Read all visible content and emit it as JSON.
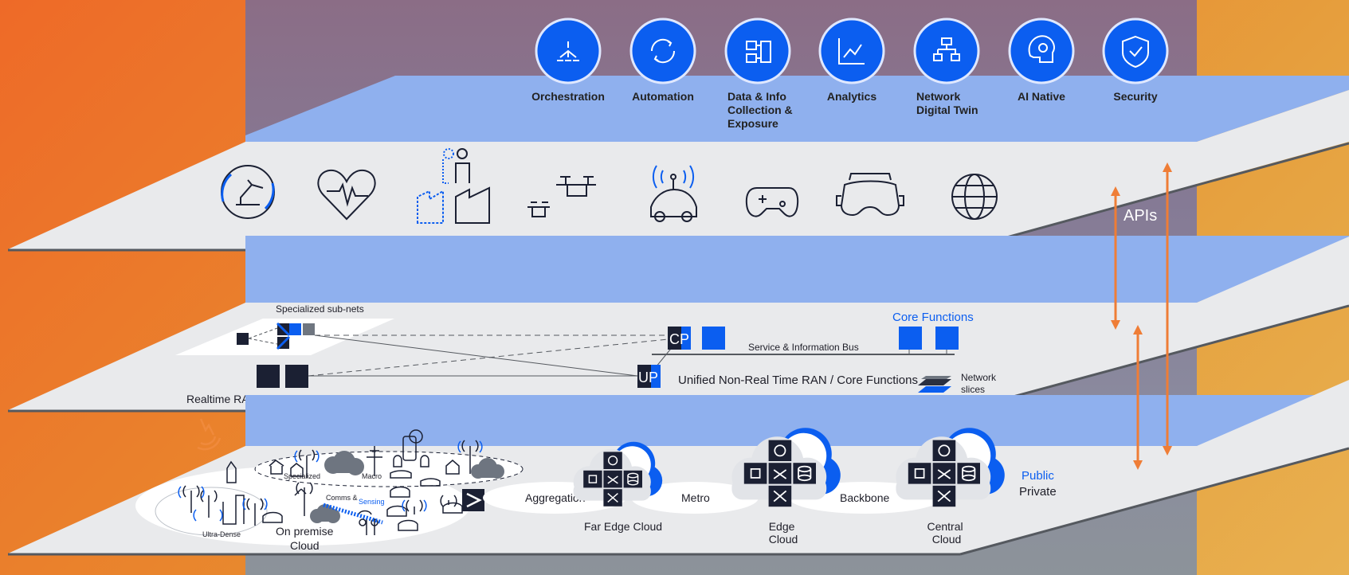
{
  "top_layer": {
    "capabilities": [
      {
        "label": "Orchestration",
        "icon": "orchestration-icon"
      },
      {
        "label": "Automation",
        "icon": "automation-icon"
      },
      {
        "label": "Data & Info\nCollection &\nExposure",
        "icon": "data-info-icon"
      },
      {
        "label": "Analytics",
        "icon": "analytics-icon"
      },
      {
        "label": "Network\nDigital Twin",
        "icon": "digital-twin-icon"
      },
      {
        "label": "AI Native",
        "icon": "ai-native-icon"
      },
      {
        "label": "Security",
        "icon": "security-icon"
      }
    ]
  },
  "apps_layer": {
    "icons": [
      "robot-arm-icon",
      "heart-monitor-icon",
      "smart-factory-icon",
      "drones-icon",
      "connected-car-icon",
      "gamepad-icon",
      "vr-headset-icon",
      "globe-icon"
    ]
  },
  "apis_label": "APIs",
  "ran_layer": {
    "specialized_subnets": "Specialized sub-nets",
    "realtime_ran": "Realtime RAN Functions (refactored)",
    "cp": "CP",
    "up": "UP",
    "core_functions": "Core Functions",
    "service_bus": "Service & Information Bus",
    "unified": "Unified Non-Real Time RAN / Core Functions",
    "network_slices": "Network\nslices"
  },
  "infra_layer": {
    "specialized": "Specialized",
    "macro": "Macro",
    "ultra_dense": "Ultra-Dense",
    "comms": "Comms &",
    "sensing": "Sensing",
    "on_premise": "On premise\nCloud",
    "aggregation": "Aggregation",
    "far_edge": "Far Edge Cloud",
    "metro": "Metro",
    "edge": "Edge\nCloud",
    "backbone": "Backbone",
    "central": "Central\nCloud",
    "public": "Public",
    "private": "Private"
  },
  "colors": {
    "accent_blue": "#0b5ef0",
    "arrow_orange": "#ef7d36",
    "navy": "#1b2033",
    "plane_gray": "#e9eaec"
  }
}
